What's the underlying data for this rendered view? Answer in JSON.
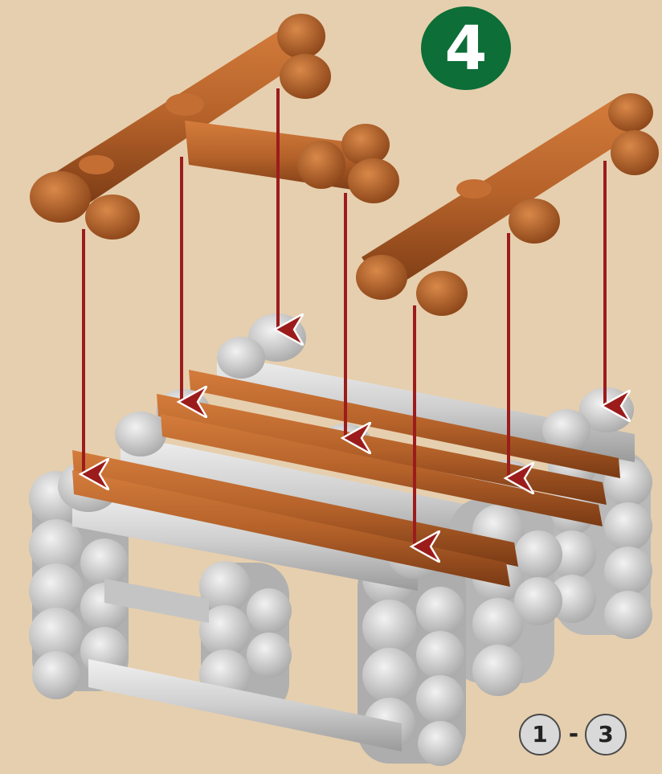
{
  "step": {
    "number": "4"
  },
  "part_range": {
    "from": "1",
    "separator": "-",
    "to": "3"
  },
  "colors": {
    "background": "#e6cfae",
    "badge": "#0d6e37",
    "log_wood": "#b8642a",
    "log_gray": "#cfcfcf",
    "arrow": "#9c1c1c"
  },
  "icons": [
    "step-number-badge",
    "down-arrow-icon",
    "part-range-circles"
  ]
}
